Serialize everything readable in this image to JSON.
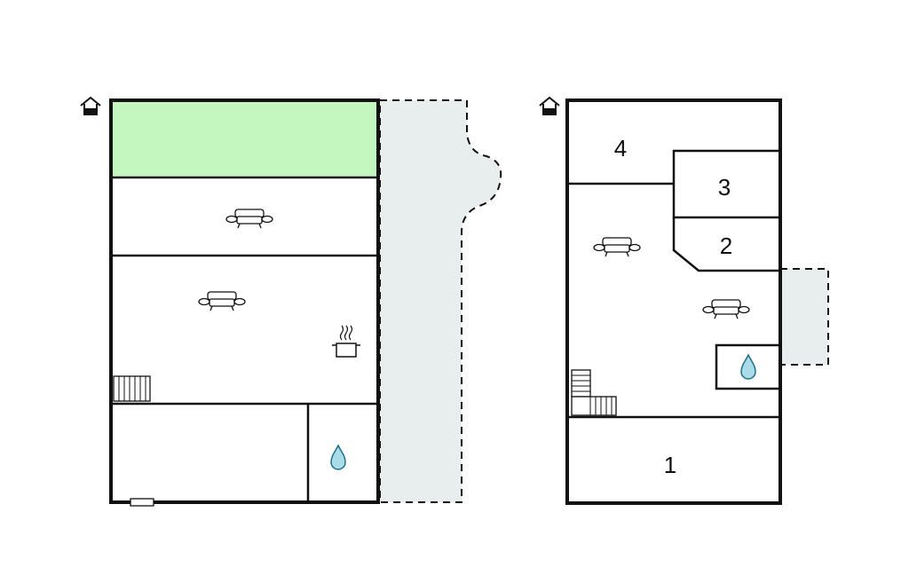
{
  "colors": {
    "wall": "#111111",
    "terrace_fill": "#e8eded",
    "garden_fill": "#c4f7bf",
    "water_fill": "#a9dbe8",
    "water_stroke": "#1e6f8a"
  },
  "plans": [
    {
      "id": "ground-floor",
      "floor_icon": "house-floor-ground-icon",
      "room_labels": []
    },
    {
      "id": "upper-floor",
      "floor_icon": "house-floor-upper-icon",
      "room_labels": [
        "1",
        "2",
        "3",
        "4"
      ]
    }
  ],
  "icons": {
    "sofa": "sofa-icon",
    "cooking_pot": "cooking-pot-icon",
    "water_drop": "water-drop-icon",
    "stairs": "stairs-icon",
    "door": "entrance-door-icon"
  }
}
